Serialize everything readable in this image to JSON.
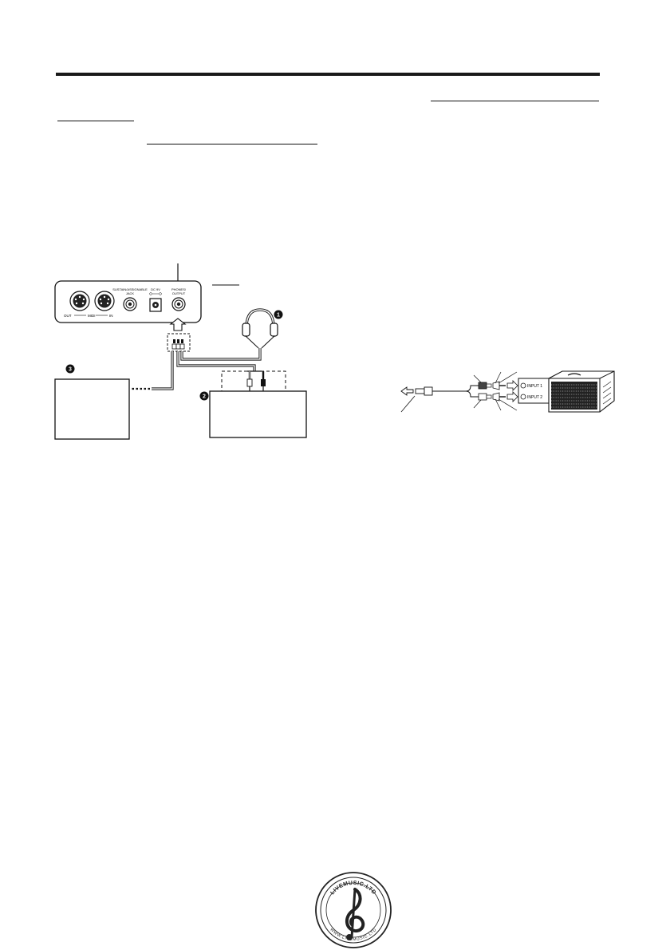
{
  "rear_panel": {
    "midi_out": "OUT",
    "midi_label": "MIDI",
    "midi_in": "IN",
    "sustain_line1": "SUSTAIN/ASSIGNABLE",
    "sustain_line2": "JACK",
    "dc_label": "DC 9V",
    "phones_line1": "PHONES/",
    "phones_line2": "OUTPUT"
  },
  "amp_panel": {
    "input1": "INPUT 1",
    "input2": "INPUT 2"
  },
  "markers": {
    "headphones": "1",
    "audio_equipment": "2",
    "amplifier": "3"
  },
  "watermark": {
    "text_top": "LIVEMUSIC.LTD",
    "text_bottom": "WWW.LIVEMUSIC.LTD"
  }
}
